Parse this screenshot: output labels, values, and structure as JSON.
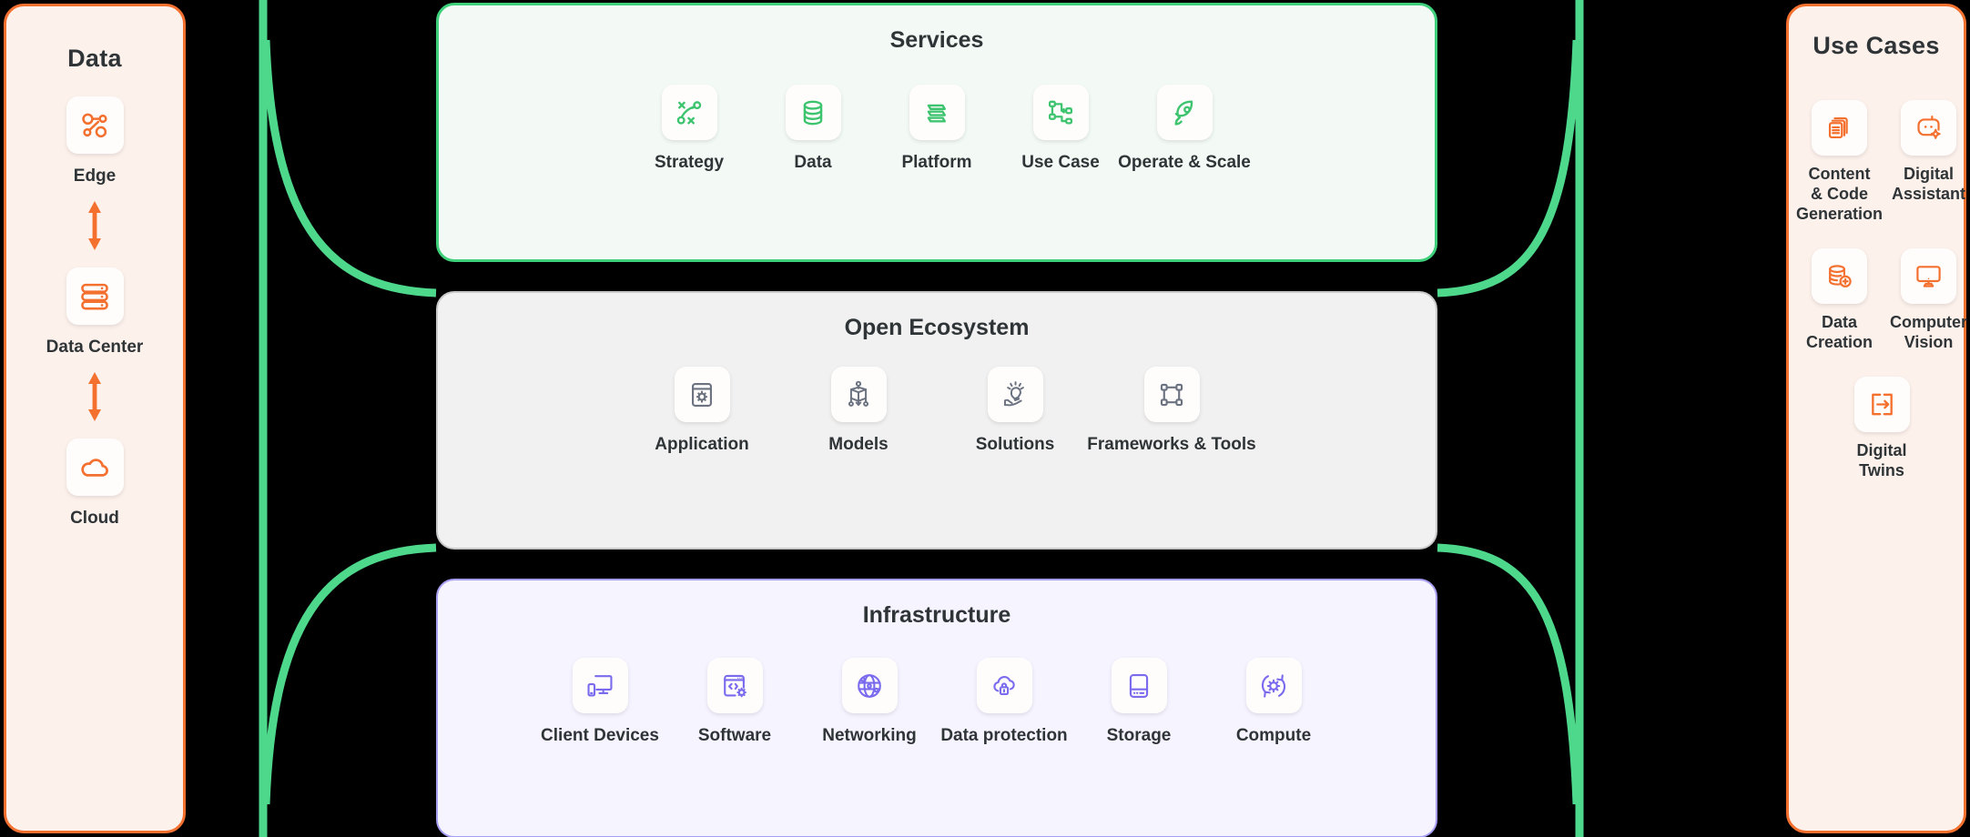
{
  "colors": {
    "orange": "#f4702f",
    "green": "#3ed07a",
    "gray": "#6b7280",
    "purple": "#7a6bee",
    "panel_orange_bg": "#fdf1ec",
    "panel_green_bg": "#f3faf5",
    "panel_gray_bg": "#f1f1f1",
    "panel_purple_bg": "#f6f4ff",
    "text": "#2f3437",
    "background": "#000000"
  },
  "data_panel": {
    "heading": "Data",
    "items": [
      {
        "label": "Edge",
        "icon": "network-nodes-icon"
      },
      {
        "label": "Data Center",
        "icon": "server-rack-icon"
      },
      {
        "label": "Cloud",
        "icon": "cloud-icon"
      }
    ],
    "connector_icon": "double-arrow-vertical-icon"
  },
  "services_panel": {
    "heading": "Services",
    "items": [
      {
        "label": "Strategy",
        "icon": "strategy-playbook-icon"
      },
      {
        "label": "Data",
        "icon": "database-icon"
      },
      {
        "label": "Platform",
        "icon": "layers-stack-icon"
      },
      {
        "label": "Use Case",
        "icon": "workflow-nodes-icon"
      },
      {
        "label": "Operate & Scale",
        "icon": "rocket-icon"
      }
    ]
  },
  "ecosystem_panel": {
    "heading": "Open Ecosystem",
    "items": [
      {
        "label": "Application",
        "icon": "window-gear-icon"
      },
      {
        "label": "Models",
        "icon": "cube-graph-icon"
      },
      {
        "label": "Solutions",
        "icon": "hand-lightbulb-icon"
      },
      {
        "label": "Frameworks & Tools",
        "icon": "node-framework-icon"
      }
    ]
  },
  "infrastructure_panel": {
    "heading": "Infrastructure",
    "items": [
      {
        "label": "Client Devices",
        "icon": "monitor-phone-icon"
      },
      {
        "label": "Software",
        "icon": "code-window-gear-icon"
      },
      {
        "label": "Networking",
        "icon": "globe-network-icon"
      },
      {
        "label": "Data protection",
        "icon": "cloud-lock-icon"
      },
      {
        "label": "Storage",
        "icon": "storage-drive-icon"
      },
      {
        "label": "Compute",
        "icon": "cpu-gear-cycle-icon"
      }
    ]
  },
  "usecases_panel": {
    "heading": "Use Cases",
    "items": [
      {
        "label": "Content\n& Code\nGeneration",
        "icon": "documents-stack-icon"
      },
      {
        "label": "Digital\nAssistant",
        "icon": "robot-sparkle-icon"
      },
      {
        "label": "Data\nCreation",
        "icon": "database-plus-icon"
      },
      {
        "label": "Computer\nVision",
        "icon": "desktop-monitor-icon"
      },
      {
        "label": "Digital\nTwins",
        "icon": "twin-transfer-icon"
      }
    ]
  }
}
